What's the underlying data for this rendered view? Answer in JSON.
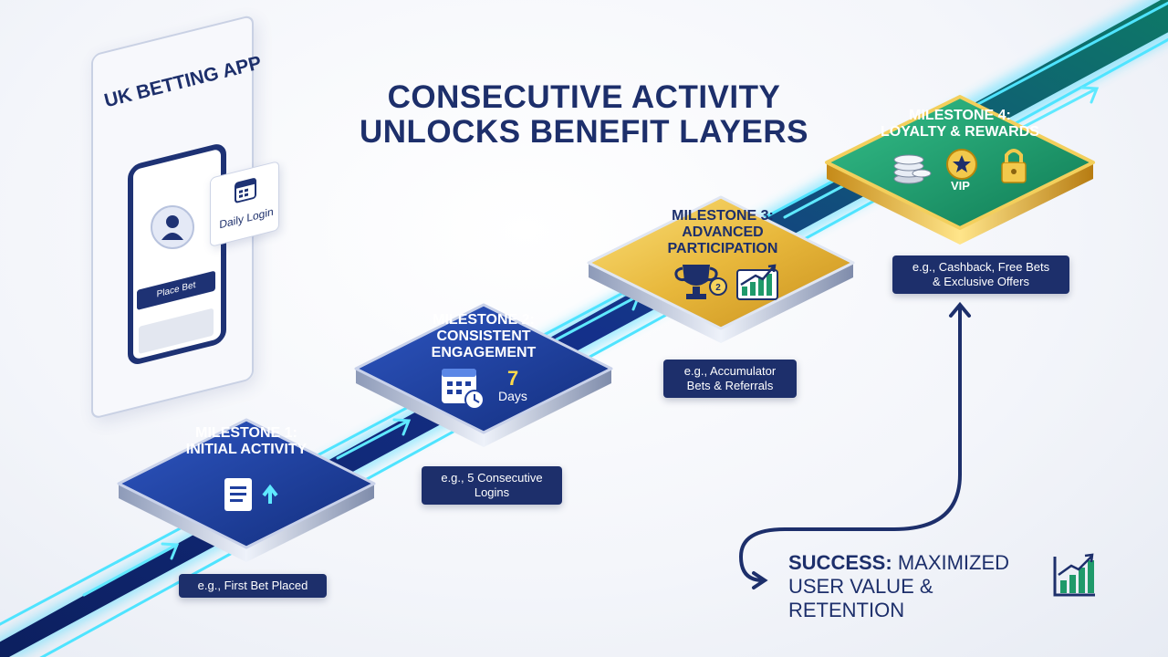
{
  "title": {
    "line1": "CONSECUTIVE ACTIVITY",
    "line2": "UNLOCKS BENEFIT LAYERS"
  },
  "app": {
    "title": "UK BETTING APP",
    "daily_login": "Daily Login",
    "place_bet": "Place Bet"
  },
  "milestones": [
    {
      "title1": "MILESTONE 1:",
      "title2": "INITIAL ACTIVITY",
      "title3": "",
      "example": "e.g., First Bet Placed",
      "icon": "document-upload-icon"
    },
    {
      "title1": "MILESTONE 2:",
      "title2": "CONSISTENT",
      "title3": "ENGAGEMENT",
      "days_number": "7",
      "days_label": "Days",
      "example_line1": "e.g., 5 Consecutive",
      "example_line2": "Logins",
      "icon": "calendar-clock-icon"
    },
    {
      "title1": "MILESTONE 3:",
      "title2": "ADVANCED",
      "title3": "PARTICIPATION",
      "example_line1": "e.g., Accumulator",
      "example_line2": "Bets & Referrals",
      "icon": "trophy-growth-icon"
    },
    {
      "title1": "MILESTONE 4:",
      "title2": "LOYALTY & REWARDS",
      "vip": "VIP",
      "example_line1": "e.g., Cashback, Free Bets",
      "example_line2": "& Exclusive Offers",
      "icon": "coins-vip-lock-icon"
    }
  ],
  "success": {
    "label": "SUCCESS:",
    "line1_rest": "MAXIMIZED",
    "line2": "USER VALUE & RETENTION"
  },
  "colors": {
    "navy": "#1d2f6b",
    "blue_tile": "#1f3f9e",
    "gold_tile": "#e2b53a",
    "green_tile": "#1f9a6a",
    "path_glow": "#35d8ff"
  }
}
